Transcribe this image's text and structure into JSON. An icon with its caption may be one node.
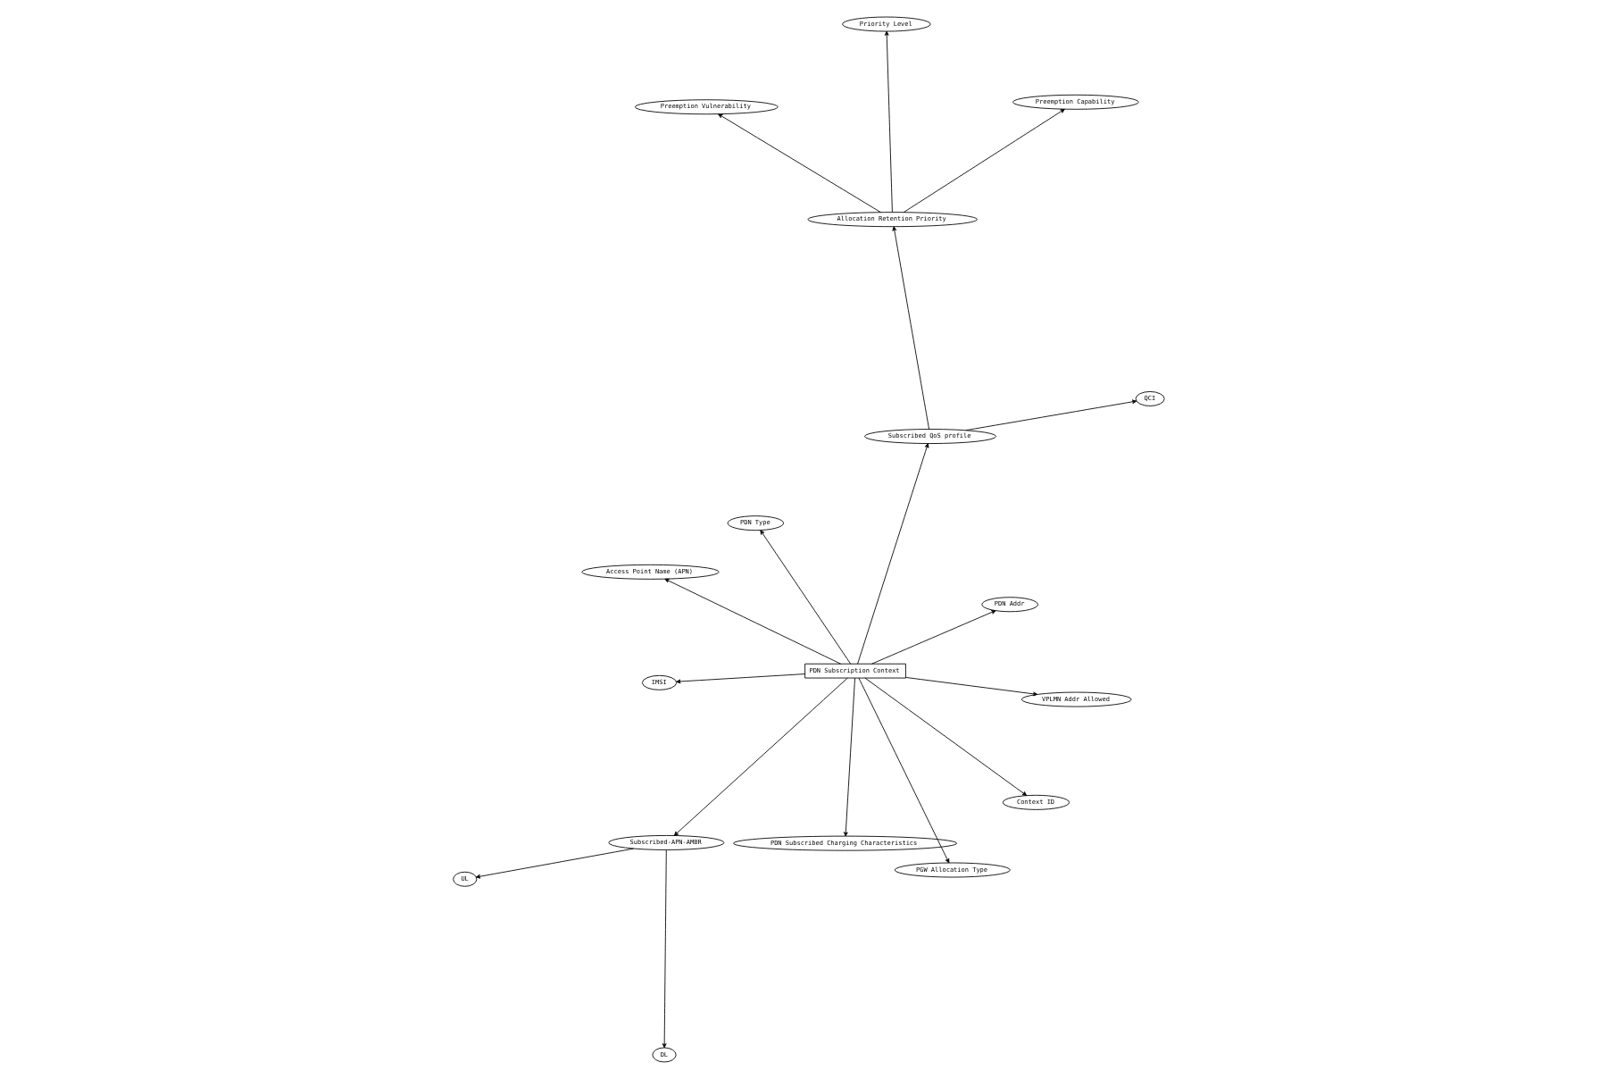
{
  "diagram": {
    "nodes": [
      {
        "text": [
          "PDN Subscription Context"
        ]
      },
      {
        "text": [
          "PDN Addr"
        ]
      },
      {
        "text": [
          "PDN Subscribed Charging Characteristics"
        ]
      },
      {
        "text": [
          "Access Point Name (APN)"
        ]
      },
      {
        "text": [
          "PDN Type"
        ]
      },
      {
        "text": [
          "Subscribed-APN-AMBR"
        ]
      },
      {
        "text": [
          "IMSI"
        ]
      },
      {
        "text": [
          "Context ID"
        ]
      },
      {
        "text": [
          "UL"
        ]
      },
      {
        "text": [
          "DL"
        ]
      },
      {
        "text": [
          "PGW Allocation Type"
        ]
      },
      {
        "text": [
          "Subscribed QoS profile"
        ]
      },
      {
        "text": [
          "VPLMN Addr Allowed"
        ]
      },
      {
        "text": [
          "QCI"
        ]
      },
      {
        "text": [
          "Allocation Retention Priority"
        ]
      },
      {
        "text": [
          "Priority Level"
        ]
      },
      {
        "text": [
          "Preemption Capability"
        ]
      },
      {
        "text": [
          "Preemption Vulnerability"
        ]
      }
    ],
    "edges": [
      {
        "from": 0,
        "to": 1,
        "arrow": "to"
      },
      {
        "from": 0,
        "to": 2,
        "arrow": "to"
      },
      {
        "from": 0,
        "to": 3,
        "arrow": "to"
      },
      {
        "from": 0,
        "to": 4,
        "arrow": "to"
      },
      {
        "from": 0,
        "to": 5,
        "arrow": "to"
      },
      {
        "from": 0,
        "to": 6,
        "arrow": "to"
      },
      {
        "from": 0,
        "to": 7,
        "arrow": "to"
      },
      {
        "from": 0,
        "to": 10,
        "arrow": "to"
      },
      {
        "from": 0,
        "to": 11,
        "arrow": "to"
      },
      {
        "from": 0,
        "to": 12,
        "arrow": "to"
      },
      {
        "from": 5,
        "to": 8,
        "arrow": "to"
      },
      {
        "from": 5,
        "to": 9,
        "arrow": "to"
      },
      {
        "from": 11,
        "to": 13,
        "arrow": "to"
      },
      {
        "from": 11,
        "to": 14,
        "arrow": "to"
      },
      {
        "from": 14,
        "to": 15,
        "arrow": "to"
      },
      {
        "from": 14,
        "to": 16,
        "arrow": "to"
      },
      {
        "from": 14,
        "to": 17,
        "arrow": "to"
      }
    ]
  }
}
